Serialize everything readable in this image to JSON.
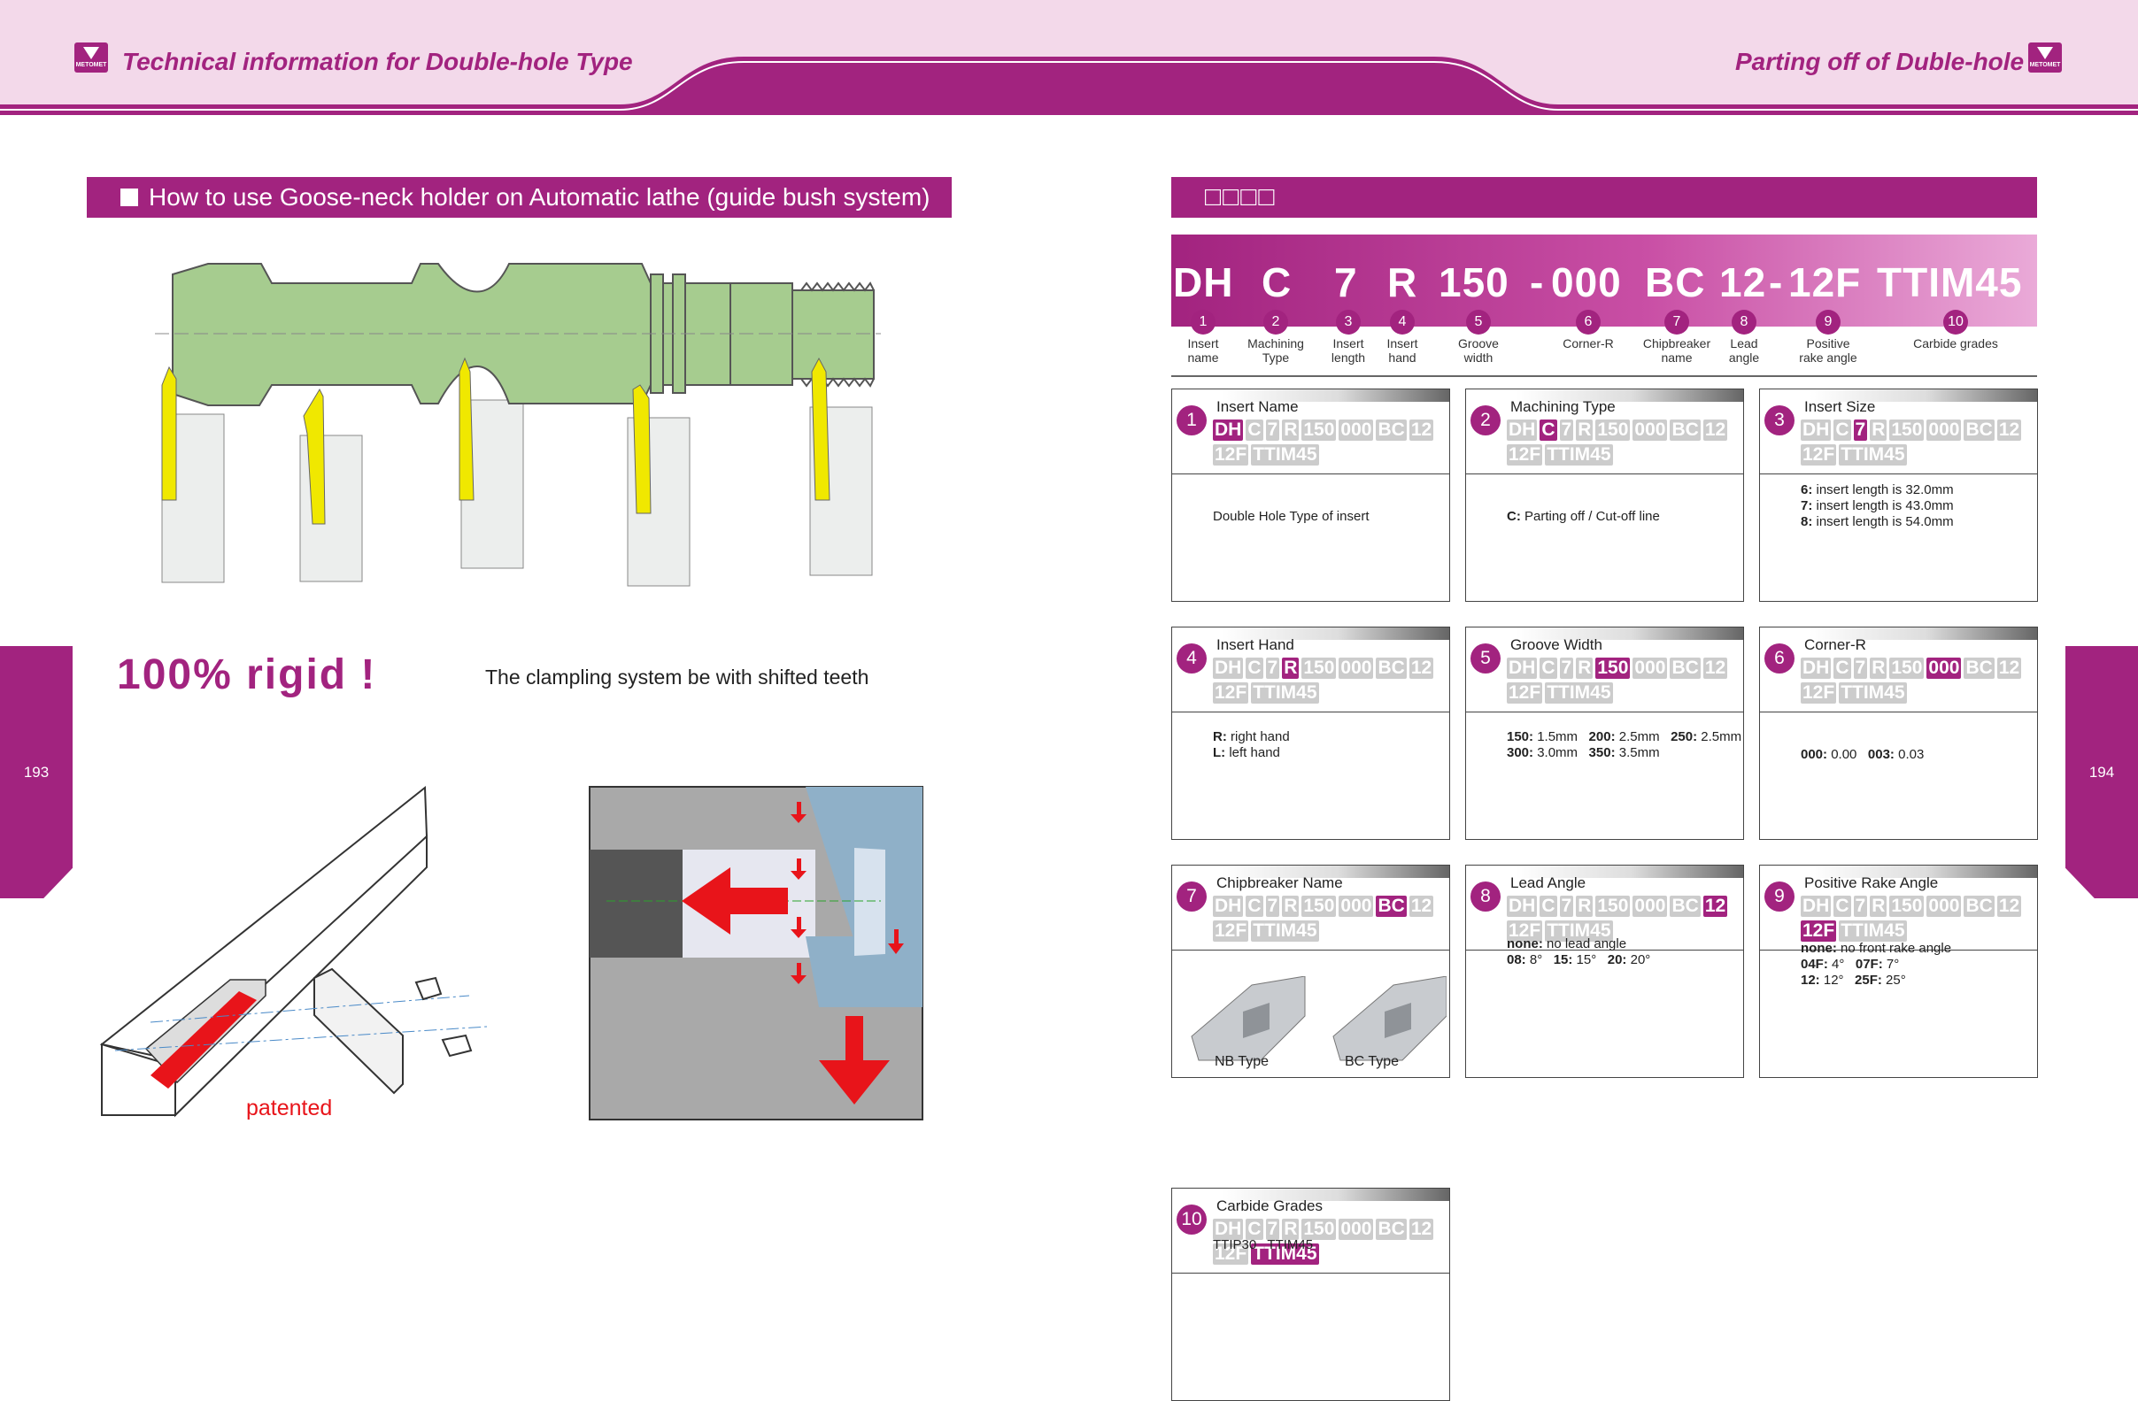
{
  "header": {
    "left_title": "Technical information for Double-hole Type",
    "right_title": "Parting off of Duble-hole",
    "logo_text": "METOMET"
  },
  "pages": {
    "left": "193",
    "right": "194"
  },
  "left": {
    "section_title": "How to use Goose-neck holder on Automatic lathe (guide bush system)",
    "rigid": "100% rigid !",
    "clamp_text": "The clampling system be with shifted teeth",
    "patented": "patented"
  },
  "right": {
    "section_title": "□□□□",
    "code": [
      "DH",
      "C",
      "7",
      "R",
      "150",
      "-",
      "000",
      "BC",
      "12",
      "-",
      "12F",
      "TTIM45"
    ],
    "labels": [
      {
        "n": "1",
        "text": "Insert\nname"
      },
      {
        "n": "2",
        "text": "Machining\nType"
      },
      {
        "n": "3",
        "text": "Insert\nlength"
      },
      {
        "n": "4",
        "text": "Insert\nhand"
      },
      {
        "n": "5",
        "text": "Groove\nwidth"
      },
      {
        "n": "6",
        "text": "Corner-R"
      },
      {
        "n": "7",
        "text": "Chipbreaker\nname"
      },
      {
        "n": "8",
        "text": "Lead\nangle"
      },
      {
        "n": "9",
        "text": "Positive\nrake angle"
      },
      {
        "n": "10",
        "text": "Carbide grades"
      }
    ],
    "tags": [
      "DH",
      "C",
      "7",
      "R",
      "150",
      "000",
      "BC",
      "12",
      "12F",
      "TTIM45"
    ],
    "cards": [
      {
        "n": "1",
        "title": "Insert Name",
        "active": 0,
        "lines": [
          "Double Hole Type of insert"
        ]
      },
      {
        "n": "2",
        "title": "Machining Type",
        "active": 1,
        "lines": [
          "C: Parting off / Cut-off line"
        ]
      },
      {
        "n": "3",
        "title": "Insert Size",
        "active": 2,
        "lines": [
          "6: insert length is 32.0mm",
          "7: insert length is 43.0mm",
          "8: insert length is 54.0mm"
        ]
      },
      {
        "n": "4",
        "title": "Insert Hand",
        "active": 3,
        "lines": [
          "R: right hand",
          "L: left hand"
        ]
      },
      {
        "n": "5",
        "title": "Groove Width",
        "active": 4,
        "lines": [
          "150: 1.5mm   200: 2.5mm   250: 2.5mm",
          "300: 3.0mm   350: 3.5mm"
        ]
      },
      {
        "n": "6",
        "title": "Corner-R",
        "active": 5,
        "lines": [
          "000: 0.00   003: 0.03"
        ]
      },
      {
        "n": "7",
        "title": "Chipbreaker Name",
        "active": 6,
        "lines": [],
        "types": [
          "NB Type",
          "BC Type"
        ]
      },
      {
        "n": "8",
        "title": "Lead Angle",
        "active": 7,
        "lines": [
          "none: no lead angle",
          "08: 8°   15: 15°   20: 20°"
        ]
      },
      {
        "n": "9",
        "title": "Positive Rake Angle",
        "active": 8,
        "lines": [
          "none: no front rake angle",
          "04F: 4°   07F: 7°",
          "12: 12°   25F: 25°"
        ]
      },
      {
        "n": "10",
        "title": "Carbide Grades",
        "active": 9,
        "lines": [
          "TTIP30   TTIM45"
        ]
      }
    ]
  },
  "colors": {
    "accent": "#a2237f",
    "holder": "#a6cc8f",
    "insert": "#f0e800",
    "arrow": "#e8141a",
    "steel": "#8fb0c8"
  }
}
